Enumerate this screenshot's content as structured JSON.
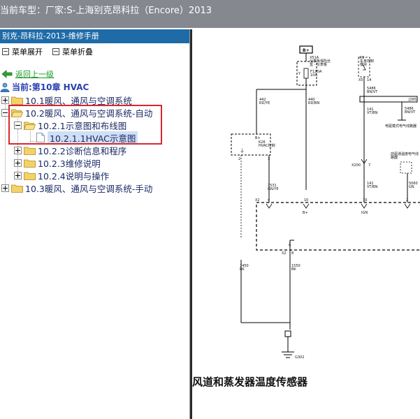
{
  "window": {
    "title": "当前车型：厂家:S-上海别克昂科拉（Encore）2013"
  },
  "manual": {
    "header": "别克-昂科拉-2013-维修手册",
    "toolbar": {
      "expand_label": "菜单展开",
      "collapse_label": "菜单折叠"
    },
    "back_label": "返回上一级",
    "current_label": "当前:第10章 HVAC"
  },
  "tree": {
    "items": [
      {
        "label": "10.1暖风、通风与空调系统"
      },
      {
        "label": "10.2暖风、通风与空调系统-自动"
      },
      {
        "label": "10.2.1示意图和布线图"
      },
      {
        "label": "10.2.1.1HVAC示意图"
      },
      {
        "label": "10.2.2诊断信息和程序"
      },
      {
        "label": "10.2.3维修说明"
      },
      {
        "label": "10.2.4说明与操作"
      },
      {
        "label": "10.3暖风、通风与空调系统-手动"
      }
    ]
  },
  "diagram": {
    "caption": "风道和蒸发器温度传感器",
    "labels": {
      "bplus_top": "B+",
      "x51a": "X51A",
      "fuse_desc1": "仪表板保险丝",
      "fuse_desc2": "盒 - 仪表板",
      "fuse_id": "F12DA",
      "fuse_amp": "10A",
      "y_pin": "Y",
      "k9": "K9",
      "k9_desc1": "车身控制",
      "k9_desc2": "模块",
      "x5": "X5",
      "p14": "14",
      "w440": "440",
      "c440": "RD/BN",
      "w442": "442",
      "c442": "RD/YE",
      "w5486a": "5486",
      "c5486a": "BN/VT",
      "j265": "J265",
      "w5486b": "5486",
      "c5486b": "BN/VT",
      "sensor_desc": "电驱模式电气线路器",
      "k26_bplus": "B+",
      "k26": "K26",
      "k26_desc": "HVAC控制",
      "p2": "2",
      "p3": "3",
      "w141a": "141",
      "c141a": "VT/BN",
      "x200": "X200",
      "p7": "7",
      "evap_desc1": "前驱通温度电气线",
      "evap_desc2": "路器",
      "w7531": "7531",
      "c7531": "GN/YE",
      "w141b": "141",
      "c141b": "VT/BN",
      "w5060": "5060",
      "c5060": "GN",
      "x2_a": "X2",
      "p4": "4",
      "p10": "10",
      "p19": "19",
      "p2b": "2",
      "gnd_sym": "⏚",
      "bplus_mid": "B+",
      "ign": "IGN",
      "x2_b": "X2",
      "p8": "8",
      "w1450": "1450",
      "c1450": "BK",
      "w1550": "1550",
      "c1550": "BK",
      "g302": "G302"
    }
  }
}
